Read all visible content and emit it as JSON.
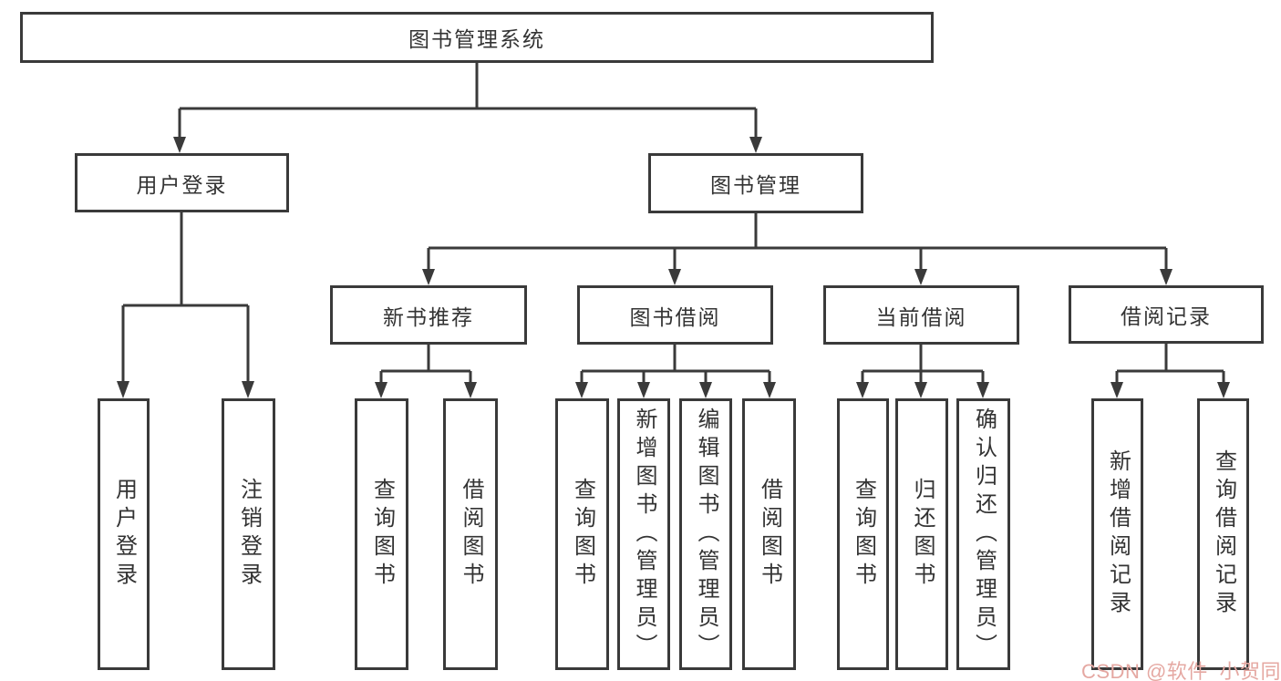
{
  "diagram_title": "图书管理系统",
  "colors": {
    "line": "#3a3a3a",
    "text": "#333333",
    "background": "#ffffff",
    "watermark": "#e5a8a2"
  },
  "nodes": {
    "root": {
      "label": "图书管理系统"
    },
    "user_login": {
      "label": "用户登录"
    },
    "book_mgmt": {
      "label": "图书管理"
    },
    "new_book_rec": {
      "label": "新书推荐"
    },
    "book_borrow": {
      "label": "图书借阅"
    },
    "current_borrow": {
      "label": "当前借阅"
    },
    "borrow_records": {
      "label": "借阅记录"
    },
    "leaf_user_login": {
      "label": "用户登录"
    },
    "leaf_logout": {
      "label": "注销登录"
    },
    "leaf_query_book_1": {
      "label": "查询图书"
    },
    "leaf_borrow_book_1": {
      "label": "借阅图书"
    },
    "leaf_query_book_2": {
      "label": "查询图书"
    },
    "leaf_add_book": {
      "label": "新增图书（管理员）"
    },
    "leaf_edit_book": {
      "label": "编辑图书（管理员）"
    },
    "leaf_borrow_book_2": {
      "label": "借阅图书"
    },
    "leaf_query_book_3": {
      "label": "查询图书"
    },
    "leaf_return_book": {
      "label": "归还图书"
    },
    "leaf_confirm_return": {
      "label": "确认归还（管理员）"
    },
    "leaf_add_record": {
      "label": "新增借阅记录"
    },
    "leaf_query_record": {
      "label": "查询借阅记录"
    }
  },
  "watermark": {
    "text": "CSDN @软件_小贺同学"
  }
}
